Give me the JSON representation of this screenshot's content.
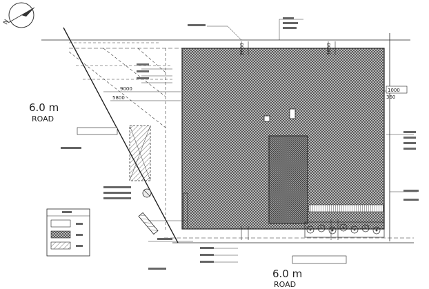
{
  "north_mark": "N",
  "roads": {
    "west": {
      "width": "6.0 m",
      "label": "ROAD"
    },
    "south": {
      "width": "6.0 m",
      "label": "ROAD"
    }
  },
  "dimensions": {
    "d9000": "9000",
    "d5800": "5800",
    "d1000": "1000",
    "d360": "360",
    "d2660": "2660",
    "d1660": "1660"
  }
}
